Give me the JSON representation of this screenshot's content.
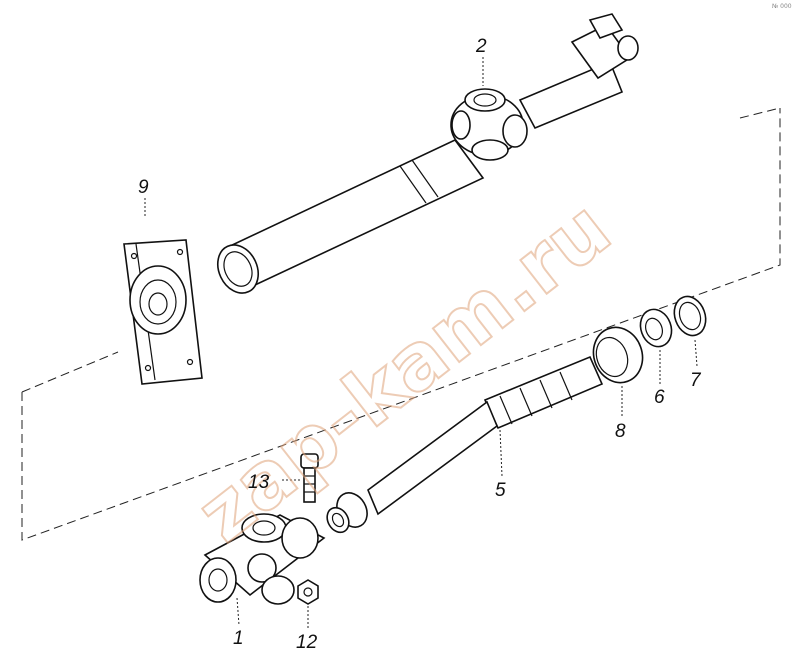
{
  "diagram": {
    "callouts": [
      {
        "id": "callout-1",
        "text": "1"
      },
      {
        "id": "callout-2",
        "text": "2"
      },
      {
        "id": "callout-5",
        "text": "5"
      },
      {
        "id": "callout-6",
        "text": "6"
      },
      {
        "id": "callout-7",
        "text": "7"
      },
      {
        "id": "callout-8",
        "text": "8"
      },
      {
        "id": "callout-9",
        "text": "9"
      },
      {
        "id": "callout-12",
        "text": "12"
      },
      {
        "id": "callout-13",
        "text": "13"
      }
    ],
    "watermark": "zap-kam.ru",
    "corner_note": "№ 000"
  }
}
